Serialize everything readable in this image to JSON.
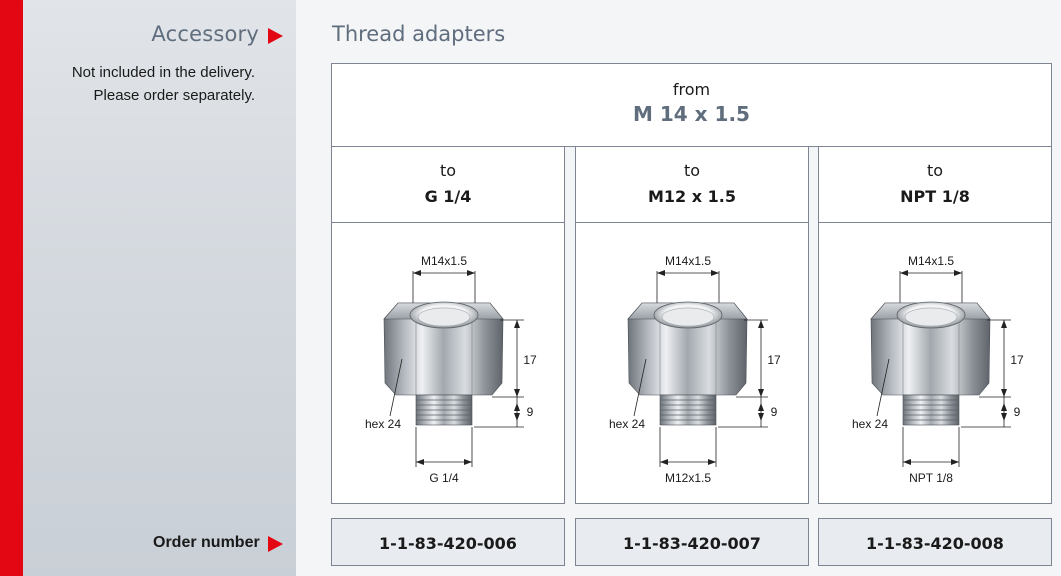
{
  "accessory": {
    "title": "Accessory",
    "note_line1": "Not included in the delivery.",
    "note_line2": "Please order separately."
  },
  "section": {
    "title": "Thread adapters"
  },
  "from": {
    "label": "from",
    "value": "M 14 x 1.5"
  },
  "order": {
    "label": "Order number"
  },
  "adapters": [
    {
      "to_label": "to",
      "to_value": "G 1/4",
      "dim_top": "M14x1.5",
      "dim_bottom": "G 1/4",
      "dim_height_upper": "17",
      "dim_height_lower": "9",
      "hex_label": "hex 24",
      "order_number": "1-1-83-420-006"
    },
    {
      "to_label": "to",
      "to_value": "M12 x 1.5",
      "dim_top": "M14x1.5",
      "dim_bottom": "M12x1.5",
      "dim_height_upper": "17",
      "dim_height_lower": "9",
      "hex_label": "hex 24",
      "order_number": "1-1-83-420-007"
    },
    {
      "to_label": "to",
      "to_value": "NPT 1/8",
      "dim_top": "M14x1.5",
      "dim_bottom": "NPT 1/8",
      "dim_height_upper": "17",
      "dim_height_lower": "9",
      "hex_label": "hex 24",
      "order_number": "1-1-83-420-008"
    }
  ],
  "colors": {
    "accent_red": "#e30613",
    "heading_gray": "#5f6d7d",
    "border": "#7c8591"
  }
}
